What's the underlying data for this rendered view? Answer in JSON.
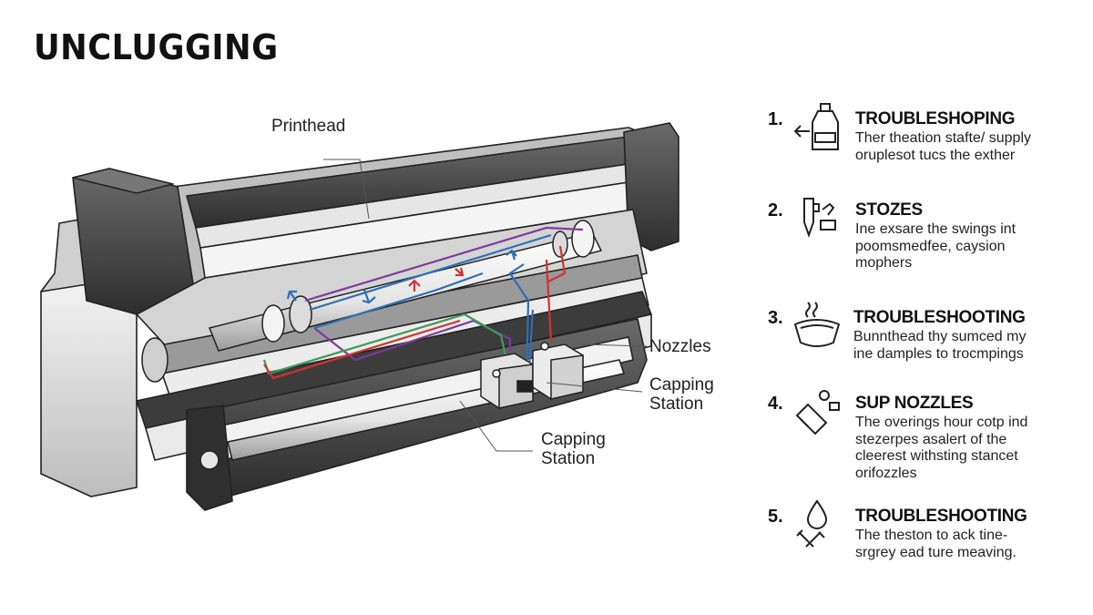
{
  "title": "UNCLUGGING",
  "callouts": {
    "printhead": "Printhead",
    "nozzles": "Nozzles",
    "capping_station_1": "Capping\nStation",
    "capping_station_2": "Capping\nStation"
  },
  "steps": [
    {
      "number": "1.",
      "icon": "ink-bottle-icon",
      "title": "TROUBLESHOPING",
      "body": "Ther theation stafte/ supply\noruplesot tucs the exther"
    },
    {
      "number": "2.",
      "icon": "cleaning-swab-icon",
      "title": "STOZES",
      "body": "Ine exsare the swings int\npoomsmedfee, caysion\nmophers"
    },
    {
      "number": "3.",
      "icon": "soaking-cup-icon",
      "title": "TROUBLESHOOTING",
      "body": "Bunnthead thy sumced my\nine damples to trocmpings"
    },
    {
      "number": "4.",
      "icon": "syringe-flush-icon",
      "title": "SUP NOZZLES",
      "body": "The overings hour cotp ind\nstezerpes asalert of the\ncleerest withsting stancet\norifozzles"
    },
    {
      "number": "5.",
      "icon": "ink-drop-icon",
      "title": "TROUBLESHOOTING",
      "body": "The theston to ack tine-\nsrgrey ead ture meaving."
    }
  ],
  "colors": {
    "ink_blue": "#2f6fb5",
    "ink_red": "#d0342c",
    "ink_purple": "#7a3c9a",
    "ink_green": "#3e9a5a",
    "body_dark": "#4a4a4a",
    "body_light": "#d9d9d9"
  }
}
